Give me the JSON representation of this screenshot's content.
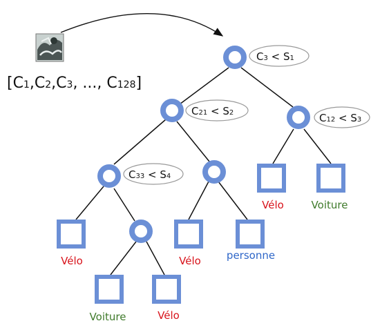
{
  "feature_vector": {
    "open": "[C",
    "sep": ",C",
    "c1": "1",
    "c2": "2",
    "c3": "3",
    "ellipsis": ", ..., C",
    "c128": "128",
    "close": "]"
  },
  "root_test": {
    "feat": "C",
    "feat_idx": "3",
    "op": " < S",
    "thr_idx": "1"
  },
  "left_test": {
    "feat": "C",
    "feat_idx": "21",
    "op": " < S",
    "thr_idx": "2"
  },
  "right_test": {
    "feat": "C",
    "feat_idx": "12",
    "op": " < S",
    "thr_idx": "3"
  },
  "deep_test": {
    "feat": "C",
    "feat_idx": "33",
    "op": " < S",
    "thr_idx": "4"
  },
  "leaves": {
    "leaf_a": "Vélo",
    "leaf_b": "Voiture",
    "leaf_c": "Vélo",
    "leaf_d": "Vélo",
    "leaf_e": "personne",
    "leaf_f": "Voiture",
    "leaf_g": "Vélo"
  },
  "colors": {
    "node_blue": "#6b8fd6",
    "class_red": "#d8131b",
    "class_green": "#3f7a2b",
    "class_blue": "#2e66c8",
    "edge": "#111111",
    "bubble_stroke": "#999999"
  }
}
